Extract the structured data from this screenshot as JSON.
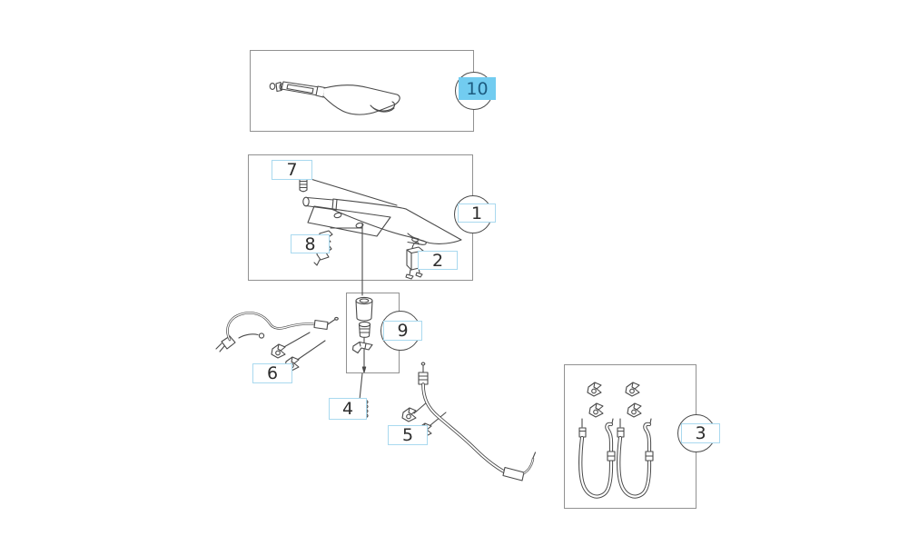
{
  "callouts": {
    "c1": {
      "label": "1",
      "highlighted": false
    },
    "c2": {
      "label": "2",
      "highlighted": false
    },
    "c3": {
      "label": "3",
      "highlighted": false
    },
    "c4": {
      "label": "4",
      "highlighted": false
    },
    "c5": {
      "label": "5",
      "highlighted": false
    },
    "c6": {
      "label": "6",
      "highlighted": false
    },
    "c7": {
      "label": "7",
      "highlighted": false
    },
    "c8": {
      "label": "8",
      "highlighted": false
    },
    "c9": {
      "label": "9",
      "highlighted": false
    },
    "c10": {
      "label": "10",
      "highlighted": true
    }
  },
  "colors": {
    "highlight_fill": "#72ccf0",
    "highlight_text": "#1d5c80",
    "callout_border": "#a9d9ef",
    "line_art": "#4a4a4a",
    "box_border": "#919191",
    "label_text": "#2d2d2d",
    "background": "#ffffff"
  }
}
